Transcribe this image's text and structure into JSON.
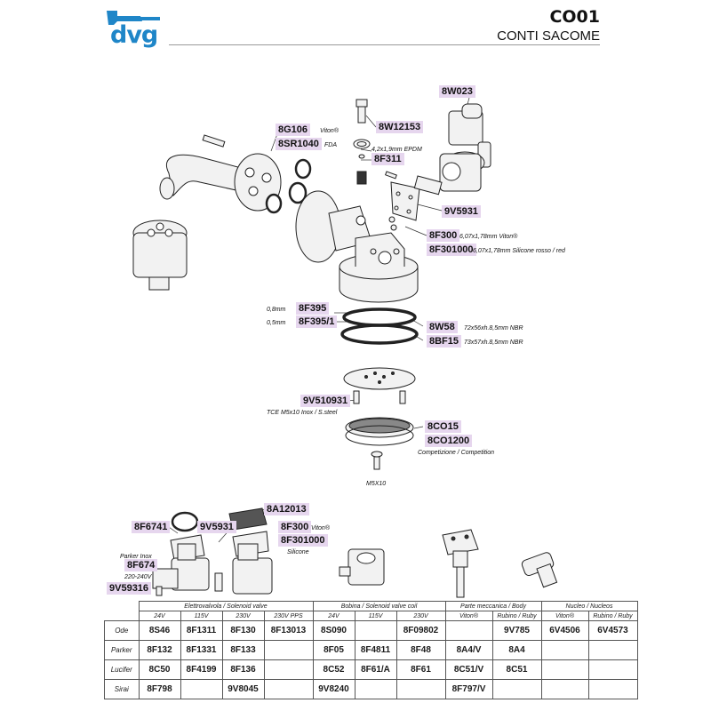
{
  "header": {
    "brand": "dvg",
    "model": "CO01",
    "name": "CONTI SACOME"
  },
  "callouts": {
    "c8W023": "8W023",
    "c8G106": "8G106",
    "c8SR1040": "8SR1040",
    "c8W12153": "8W12153",
    "c8F311": "8F311",
    "c9V5931": "9V5931",
    "c8F300": "8F300",
    "c8F301000": "8F301000",
    "c8F395": "8F395",
    "c8F395_1": "8F395/1",
    "c8W58": "8W58",
    "c8BF15": "8BF15",
    "c9V510931": "9V510931",
    "c8CO15": "8CO15",
    "c8CO1200": "8CO1200",
    "c8A12013": "8A12013",
    "c8F6741": "8F6741",
    "c9V5931b": "9V5931",
    "c8F300b": "8F300",
    "c8F301000b": "8F301000",
    "c8F674": "8F674",
    "c9V59316": "9V59316"
  },
  "notes": {
    "viton1": "Viton®",
    "fda": "FDA",
    "epdm": "4,2x1,9mm EPDM",
    "viton_ring": "6,07x1,78mm Viton®",
    "silicone_red": "6,07x1,78mm Silicone rosso / red",
    "mm08": "0,8mm",
    "mm05": "0,5mm",
    "nbr1": "72x56xh.8,5mm NBR",
    "nbr2": "73x57xh.8,5mm NBR",
    "tce": "TCE M5x10 Inox / S.steel",
    "competition": "Competizione / Competition",
    "m5x10": "M5X10",
    "viton2": "Viton®",
    "silicone": "Silicone",
    "parker_inox": "Parker Inox",
    "voltage": "220-240V"
  },
  "table": {
    "groups": [
      "Elettrovalvola / Solenoid valve",
      "Bobina / Solenoid valve coil",
      "Parte meccanica / Body",
      "Nucleo / Nucleos"
    ],
    "subheads": [
      "24V",
      "115V",
      "230V",
      "230V PPS",
      "24V",
      "115V",
      "230V",
      "Viton®",
      "Rubino / Ruby",
      "Viton®",
      "Rubino / Ruby"
    ],
    "rows": [
      {
        "brand": "Ode",
        "cells": [
          "8S46",
          "8F1311",
          "8F130",
          "8F13013",
          "8S090",
          "",
          "8F09802",
          "",
          "9V785",
          "6V4506",
          "6V4573"
        ]
      },
      {
        "brand": "Parker",
        "cells": [
          "8F132",
          "8F1331",
          "8F133",
          "",
          "8F05",
          "8F4811",
          "8F48",
          "8A4/V",
          "8A4",
          "",
          ""
        ]
      },
      {
        "brand": "Lucifer",
        "cells": [
          "8C50",
          "8F4199",
          "8F136",
          "",
          "8C52",
          "8F61/A",
          "8F61",
          "8C51/V",
          "8C51",
          "",
          ""
        ]
      },
      {
        "brand": "Sirai",
        "cells": [
          "8F798",
          "",
          "9V8045",
          "",
          "9V8240",
          "",
          "",
          "8F797/V",
          "",
          "",
          ""
        ]
      }
    ]
  },
  "icons": [
    "dvg-logo-icon",
    "coffee-spout-icon",
    "screw-icon",
    "solenoid-valve-icon",
    "coil-icon",
    "flange-icon",
    "group-head-icon",
    "gasket-icon",
    "shower-plate-icon",
    "filter-screen-icon",
    "piston-body-icon",
    "nucleus-icon"
  ]
}
